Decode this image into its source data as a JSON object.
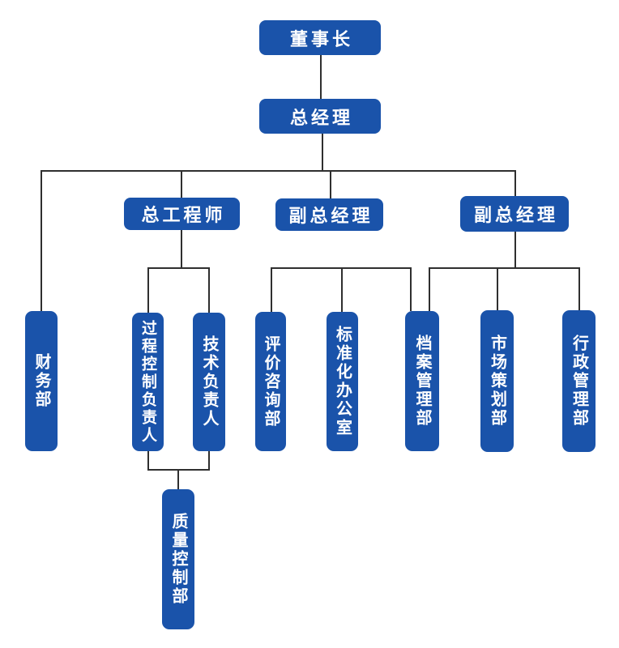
{
  "org_chart": {
    "description": "company organization chart",
    "colors": {
      "node_fill": "#1a53aa",
      "node_text": "#ffffff",
      "connector": "#2f2f2f",
      "background": "#ffffff"
    },
    "nodes": {
      "chairman": {
        "label": "董事长"
      },
      "general_manager": {
        "label": "总经理"
      },
      "chief_engineer": {
        "label": "总工程师"
      },
      "deputy_gm_1": {
        "label": "副总经理"
      },
      "deputy_gm_2": {
        "label": "副总经理"
      },
      "finance_dept": {
        "label": "财务部"
      },
      "process_control_lead": {
        "label": "过程控制负责人"
      },
      "technical_lead": {
        "label": "技术负责人"
      },
      "evaluation_consulting_dept": {
        "label": "评价咨询部"
      },
      "standardization_office": {
        "label": "标准化办公室"
      },
      "archives_dept": {
        "label": "档案管理部"
      },
      "marketing_planning_dept": {
        "label": "市场策划部"
      },
      "admin_dept": {
        "label": "行政管理部"
      },
      "quality_control_dept": {
        "label": "质量控制部"
      }
    },
    "reporting_lines": [
      {
        "parent": "chairman",
        "children": [
          "general_manager"
        ]
      },
      {
        "parent": "general_manager",
        "children": [
          "finance_dept",
          "chief_engineer",
          "deputy_gm_1",
          "deputy_gm_2"
        ]
      },
      {
        "parent": "chief_engineer",
        "children": [
          "process_control_lead",
          "technical_lead"
        ]
      },
      {
        "parent": "process_control_lead + technical_lead",
        "children": [
          "quality_control_dept"
        ]
      },
      {
        "parent": "deputy_gm_1",
        "children": [
          "evaluation_consulting_dept",
          "standardization_office",
          "archives_dept"
        ]
      },
      {
        "parent": "deputy_gm_2",
        "children": [
          "archives_dept",
          "marketing_planning_dept",
          "admin_dept"
        ]
      }
    ]
  }
}
